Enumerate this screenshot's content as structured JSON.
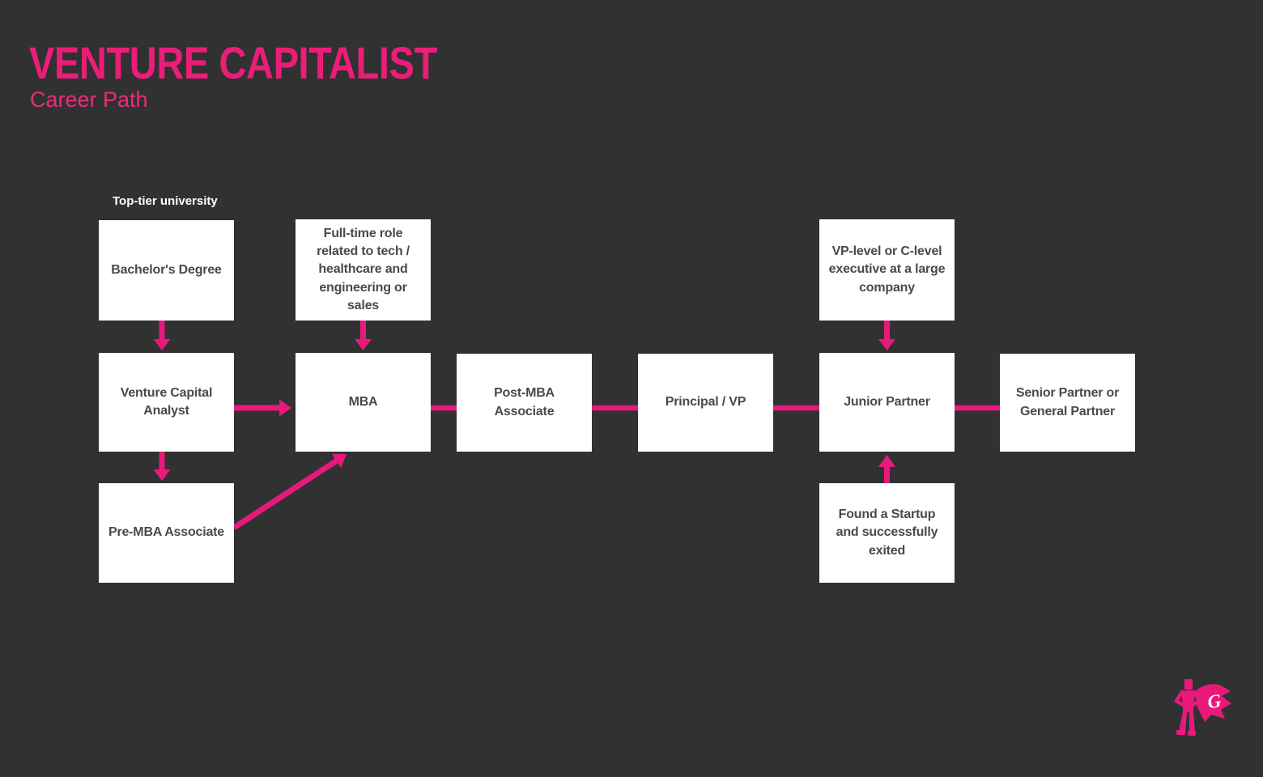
{
  "header": {
    "title": "VENTURE CAPITALIST",
    "subtitle": "Career Path"
  },
  "diagram": {
    "annotation": "Top-tier university",
    "nodes": {
      "bachelors": {
        "label": "Bachelor's Degree"
      },
      "fulltime_role": {
        "label": "Full-time role\nrelated to tech /\nhealthcare and\nengineering or\nsales"
      },
      "vp_exec": {
        "label": "VP-level or C-level\nexecutive at a large\ncompany"
      },
      "vc_analyst": {
        "label": "Venture Capital\nAnalyst"
      },
      "mba": {
        "label": "MBA"
      },
      "post_mba": {
        "label": "Post-MBA\nAssociate"
      },
      "principal": {
        "label": "Principal / VP"
      },
      "junior_partner": {
        "label": "Junior Partner"
      },
      "senior_partner": {
        "label": "Senior Partner or\nGeneral Partner"
      },
      "pre_mba": {
        "label": "Pre-MBA Associate"
      },
      "startup": {
        "label": "Found a Startup\nand successfully\nexited"
      }
    },
    "edges": [
      {
        "from": "bachelors",
        "to": "vc_analyst",
        "style": "arrow"
      },
      {
        "from": "fulltime_role",
        "to": "mba",
        "style": "arrow"
      },
      {
        "from": "vc_analyst",
        "to": "mba",
        "style": "arrow"
      },
      {
        "from": "vc_analyst",
        "to": "pre_mba",
        "style": "arrow"
      },
      {
        "from": "pre_mba",
        "to": "mba",
        "style": "arrow"
      },
      {
        "from": "vp_exec",
        "to": "junior_partner",
        "style": "arrow"
      },
      {
        "from": "startup",
        "to": "junior_partner",
        "style": "arrow"
      },
      {
        "from": "mba",
        "to": "post_mba",
        "style": "line"
      },
      {
        "from": "post_mba",
        "to": "principal",
        "style": "line"
      },
      {
        "from": "principal",
        "to": "junior_partner",
        "style": "line"
      },
      {
        "from": "junior_partner",
        "to": "senior_partner",
        "style": "line"
      }
    ]
  },
  "logo": {
    "letter": "G"
  },
  "colors": {
    "background": "#323132",
    "accent_pink": "#E9197B",
    "title_pink": "#EC1D78",
    "box_background": "#FFFFFF",
    "box_text": "#4A4A4C",
    "annotation_text": "#FFFFFF"
  }
}
